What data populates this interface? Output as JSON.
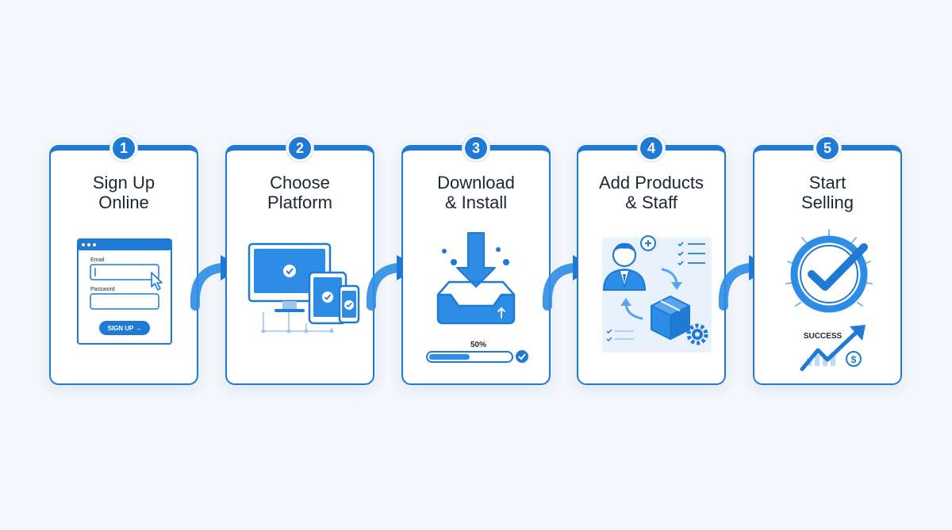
{
  "steps": [
    {
      "number": "1",
      "title_line1": "Sign Up",
      "title_line2": "Online"
    },
    {
      "number": "2",
      "title_line1": "Choose",
      "title_line2": "Platform"
    },
    {
      "number": "3",
      "title_line1": "Download",
      "title_line2": "& Install"
    },
    {
      "number": "4",
      "title_line1": "Add Products",
      "title_line2": "& Staff"
    },
    {
      "number": "5",
      "title_line1": "Start",
      "title_line2": "Selling"
    }
  ],
  "signup_form": {
    "email_label": "Email",
    "password_label": "Password",
    "button_label": "SIGN UP →"
  },
  "download": {
    "progress_label": "50%",
    "progress": 0.5
  },
  "success": {
    "label": "SUCCESS",
    "currency_symbol": "$"
  },
  "colors": {
    "accent": "#1f7ad6",
    "light_accent": "#d6e8fb",
    "text": "#1d2733",
    "background": "#f4f7fb"
  },
  "icons": [
    "browser-window-icon",
    "cursor-icon",
    "monitor-icon",
    "tablet-icon",
    "phone-icon",
    "download-arrow-icon",
    "inbox-tray-icon",
    "user-icon",
    "checklist-icon",
    "box-icon",
    "gear-icon",
    "check-circle-icon",
    "growth-chart-icon",
    "dollar-coin-icon",
    "flow-arrow-icon"
  ]
}
